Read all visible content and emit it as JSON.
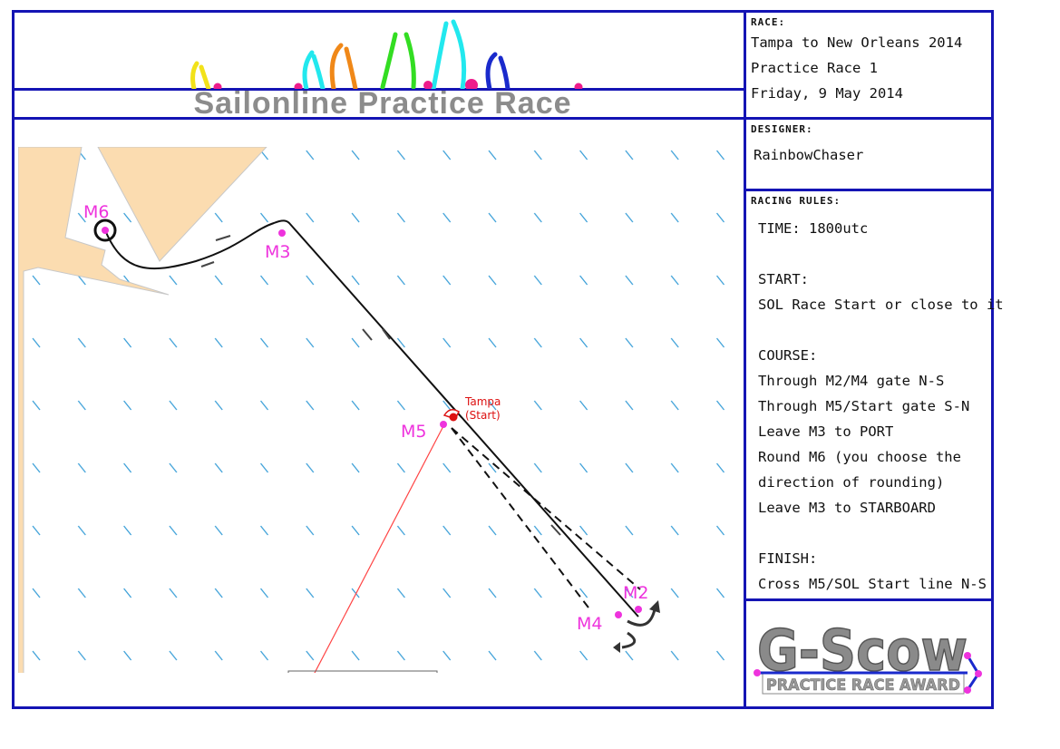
{
  "banner": {
    "title": "Sailonline Practice Race"
  },
  "race": {
    "header": "RACE:",
    "lines": [
      "Tampa to New Orleans 2014",
      "Practice Race 1",
      "Friday, 9 May 2014"
    ]
  },
  "designer": {
    "header": "DESIGNER:",
    "name": "RainbowChaser"
  },
  "rules": {
    "header": "RACING RULES:",
    "lines": [
      "TIME: 1800utc",
      "",
      "START:",
      "SOL Race Start or close to it",
      "",
      "COURSE:",
      "Through M2/M4 gate N-S",
      "Through M5/Start gate S-N",
      "Leave M3 to PORT",
      "Round M6 (you choose the",
      "direction of rounding)",
      "Leave M3 to STARBOARD",
      "",
      "FINISH:",
      "Cross M5/SOL Start line N-S"
    ]
  },
  "award": {
    "title": "G-Scow",
    "subtitle": "PRACTICE RACE AWARD"
  },
  "map": {
    "marks": {
      "m6": "M6",
      "m3": "M3",
      "m5": "M5",
      "m2": "M2",
      "m4": "M4"
    },
    "start_label_line1": "Tampa",
    "start_label_line2": "(Start)",
    "colors": {
      "land": "#fbdcb0",
      "wind_arrow": "#3ca0d8",
      "mark": "#ee33dd",
      "start": "#dd1111",
      "frame": "#1414b4"
    }
  }
}
